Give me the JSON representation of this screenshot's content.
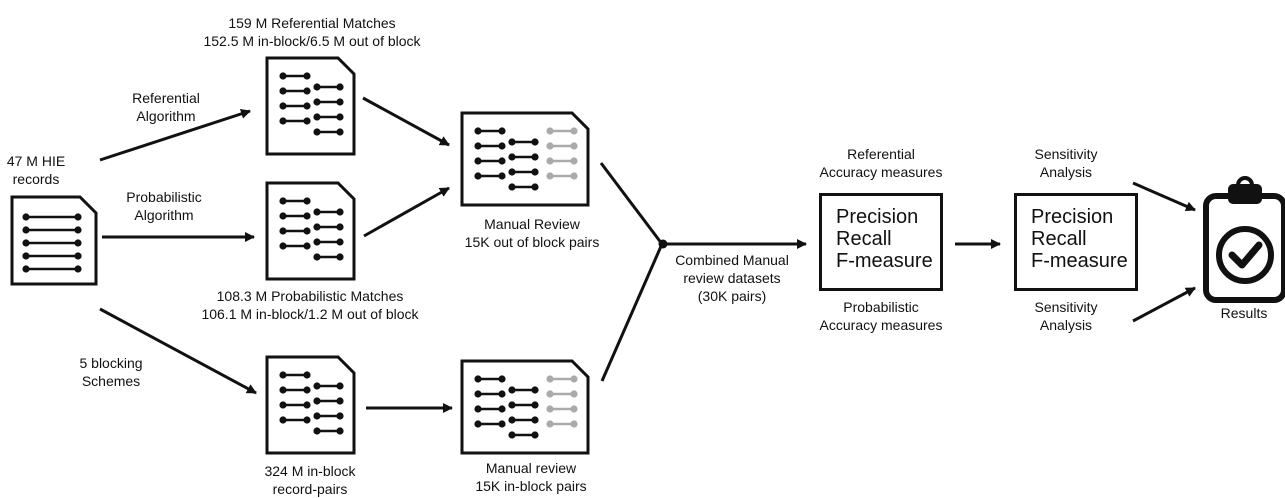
{
  "source": {
    "label": [
      "47 M HIE",
      "records"
    ]
  },
  "edges": {
    "referential": [
      "Referential",
      "Algorithm"
    ],
    "probabilistic": [
      "Probabilistic",
      "Algorithm"
    ],
    "blocking": [
      "5 blocking",
      "Schemes"
    ]
  },
  "outputs": {
    "referential": [
      "159 M Referential Matches",
      "152.5 M in-block/6.5 M out of block"
    ],
    "probabilistic": [
      "108.3 M Probabilistic Matches",
      "106.1 M in-block/1.2 M out of block"
    ],
    "blocking": [
      "324 M in-block",
      "record-pairs"
    ]
  },
  "reviews": {
    "out_of_block": [
      "Manual Review",
      "15K out of block pairs"
    ],
    "in_block": [
      "Manual review",
      "15K in-block pairs"
    ]
  },
  "combined": [
    "Combined Manual",
    "review datasets",
    "(30K pairs)"
  ],
  "accuracy": {
    "top_label": [
      "Referential",
      "Accuracy measures"
    ],
    "bottom_label": [
      "Probabilistic",
      "Accuracy measures"
    ],
    "metrics": [
      "Precision",
      "Recall",
      "F-measure"
    ]
  },
  "sensitivity": {
    "top_label": [
      "Sensitivity",
      "Analysis"
    ],
    "bottom_label": [
      "Sensitivity",
      "Analysis"
    ],
    "metrics": [
      "Precision",
      "Recall",
      "F-measure"
    ]
  },
  "results": {
    "label": "Results",
    "icon": "clipboard-check-icon"
  }
}
